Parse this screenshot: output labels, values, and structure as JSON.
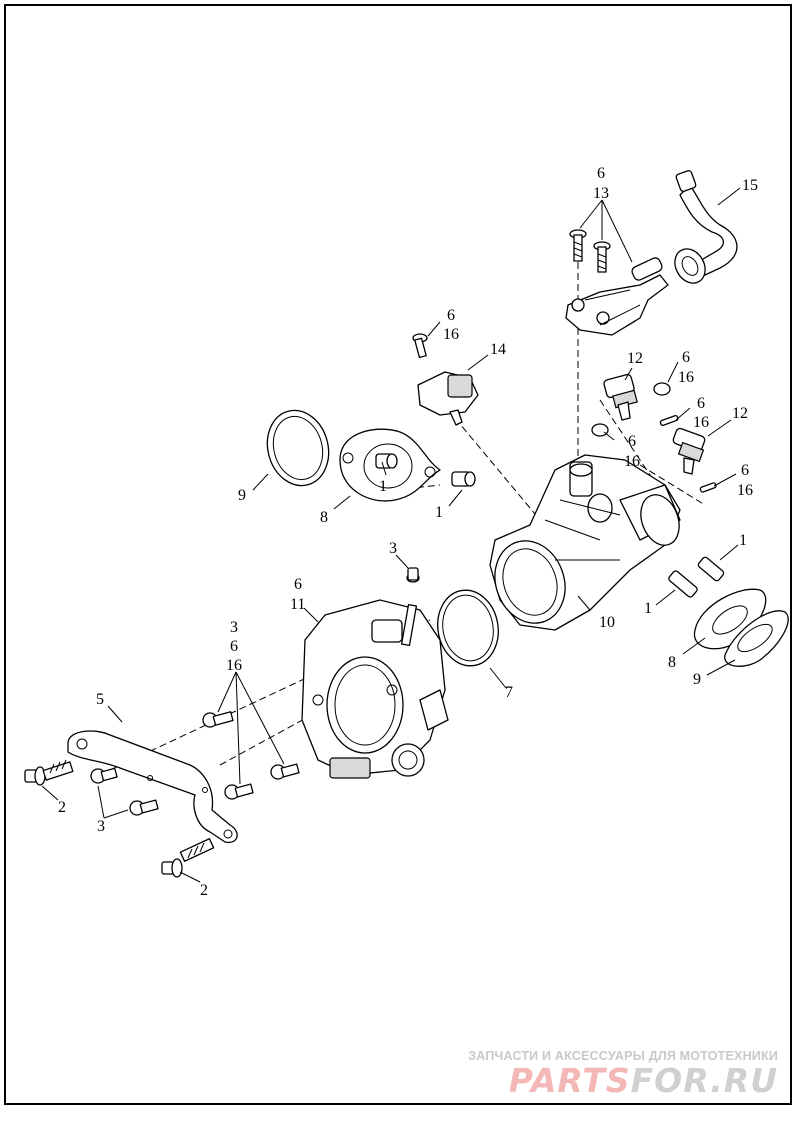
{
  "callouts": {
    "c1": "6",
    "c2": "13",
    "c3": "15",
    "c4": "6",
    "c5": "16",
    "c6": "14",
    "c7": "12",
    "c8": "6",
    "c9": "16",
    "c10": "6",
    "c11": "16",
    "c12": "12",
    "c13": "6",
    "c14": "16",
    "c15": "6",
    "c16": "16",
    "c17": "9",
    "c18": "1",
    "c19": "8",
    "c20": "1",
    "c21": "3",
    "c22": "1",
    "c23": "1",
    "c24": "6",
    "c25": "11",
    "c26": "10",
    "c27": "3",
    "c28": "6",
    "c29": "16",
    "c30": "8",
    "c31": "9",
    "c32": "7",
    "c33": "5",
    "c34": "2",
    "c35": "3",
    "c36": "2"
  },
  "watermark": {
    "caption": "ЗАПЧАСТИ И АКСЕССУАРЫ ДЛЯ МОТОТЕХНИКИ",
    "logo_part1": "PARTS",
    "logo_part2": "FOR.RU"
  },
  "colors": {
    "line": "#000000",
    "background": "#ffffff",
    "watermark_red": "#f4b7b7",
    "watermark_gray": "#d0d0d0"
  }
}
